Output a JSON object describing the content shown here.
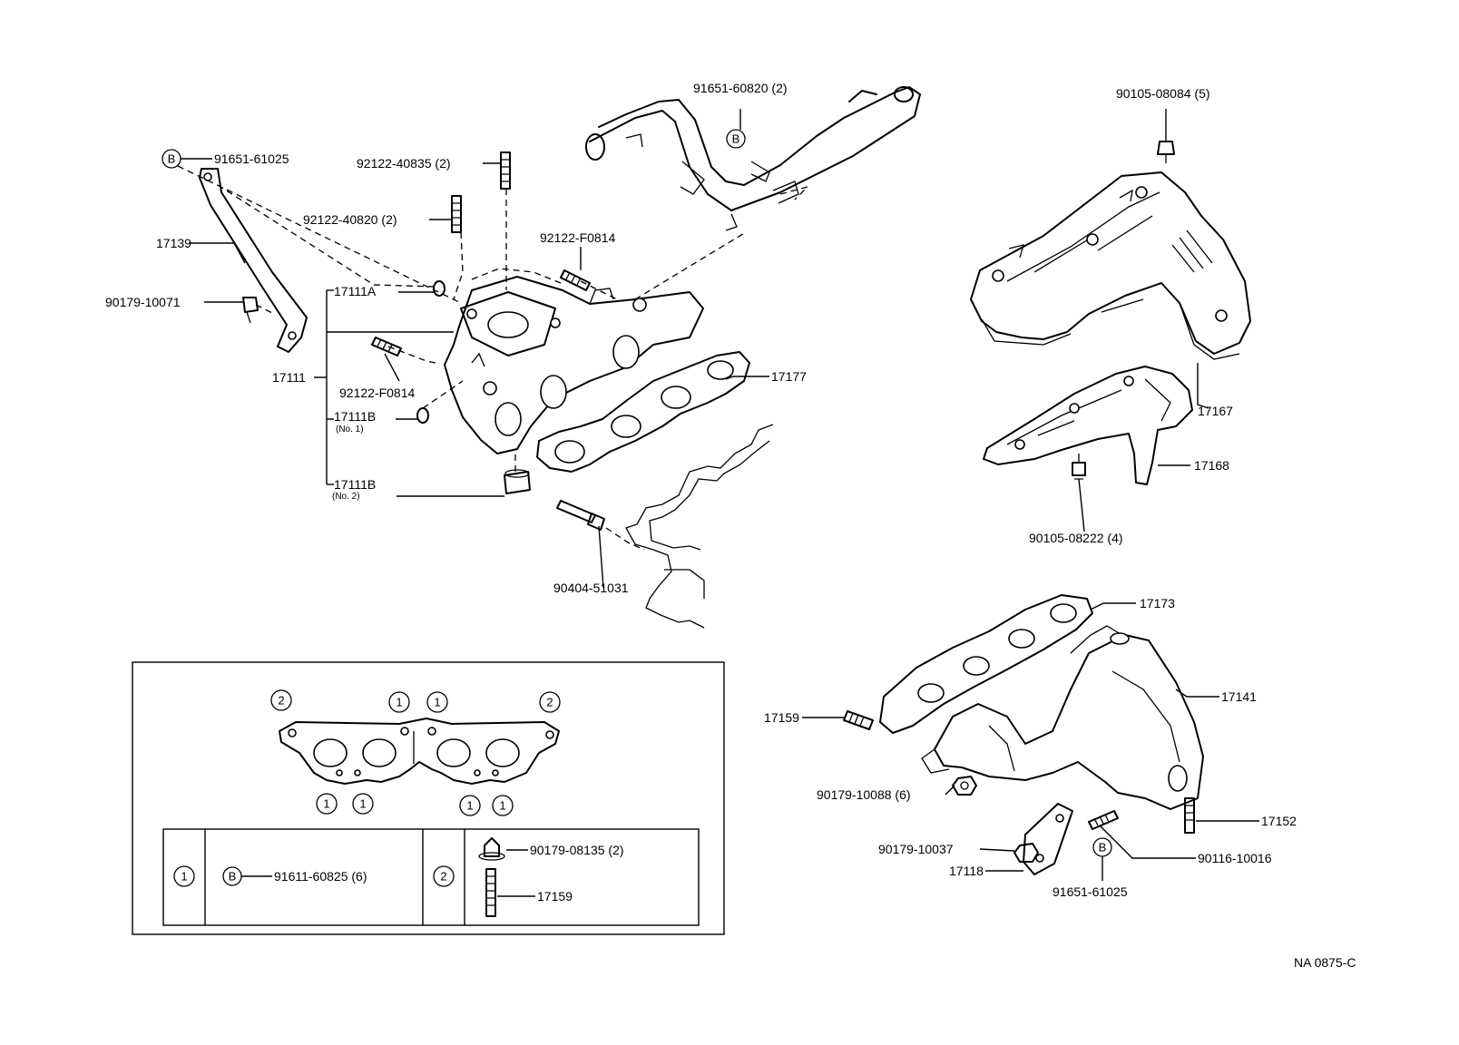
{
  "parts": {
    "p91651_61025_top": "91651-61025",
    "p17139": "17139",
    "p90179_10071": "90179-10071",
    "p92122_40835": "92122-40835 (2)",
    "p92122_40820": "92122-40820 (2)",
    "p92122_F0814_a": "92122-F0814",
    "p92122_F0814_b": "92122-F0814",
    "p17111A": "17111A",
    "p17111": "17111",
    "p17111B_1": "17111B",
    "p17111B_1_sub": "(No. 1)",
    "p17111B_2": "17111B",
    "p17111B_2_sub": "(No. 2)",
    "p17177": "17177",
    "p90404_51031": "90404-51031",
    "p91651_60820": "91651-60820 (2)",
    "p90105_08084": "90105-08084 (5)",
    "p17167": "17167",
    "p17168": "17168",
    "p90105_08222": "90105-08222 (4)",
    "p17173": "17173",
    "p17141": "17141",
    "p17159_right": "17159",
    "p90179_10088": "90179-10088 (6)",
    "p17152": "17152",
    "p90179_10037": "90179-10037",
    "p90116_10016": "90116-10016",
    "p17118": "17118",
    "p91651_61025_bottom": "91651-61025"
  },
  "inset": {
    "marker_1": "1",
    "marker_2": "2",
    "marker_b": "B",
    "p91611_60825": "91611-60825 (6)",
    "p90179_08135": "90179-08135 (2)",
    "p17159": "17159"
  },
  "drawing_code": "NA 0875-C"
}
